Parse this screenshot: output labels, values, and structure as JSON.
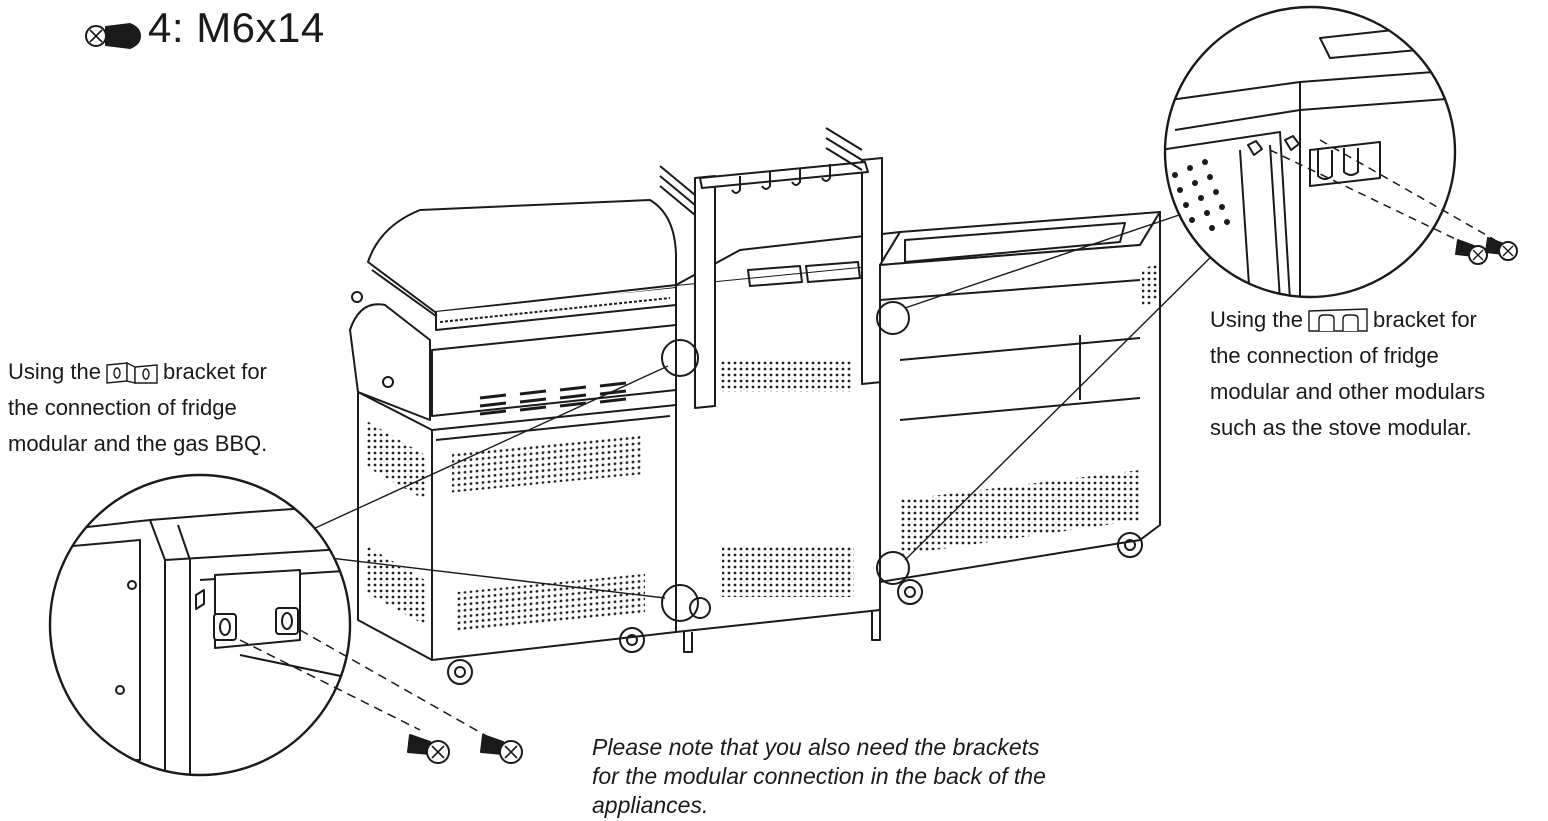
{
  "header": {
    "screw_count_label": "4: M6x14",
    "icon": "screw-icon"
  },
  "callouts": {
    "left": {
      "line1_prefix": "Using the",
      "line1_suffix": "bracket for",
      "line2": "the connection of fridge",
      "line3": "modular and the gas BBQ.",
      "icon": "flat-bracket-icon"
    },
    "right": {
      "line1_prefix": "Using the",
      "line1_suffix": "bracket for",
      "line2": "the connection of fridge",
      "line3": "modular and other modulars",
      "line4": "such as the stove modular.",
      "icon": "u-bracket-icon"
    }
  },
  "footer_note": {
    "line1": "Please note that you also need the brackets",
    "line2": "for the modular connection in the back of the",
    "line3": "appliances."
  },
  "colors": {
    "ink": "#1a1a1a",
    "background": "#ffffff"
  }
}
